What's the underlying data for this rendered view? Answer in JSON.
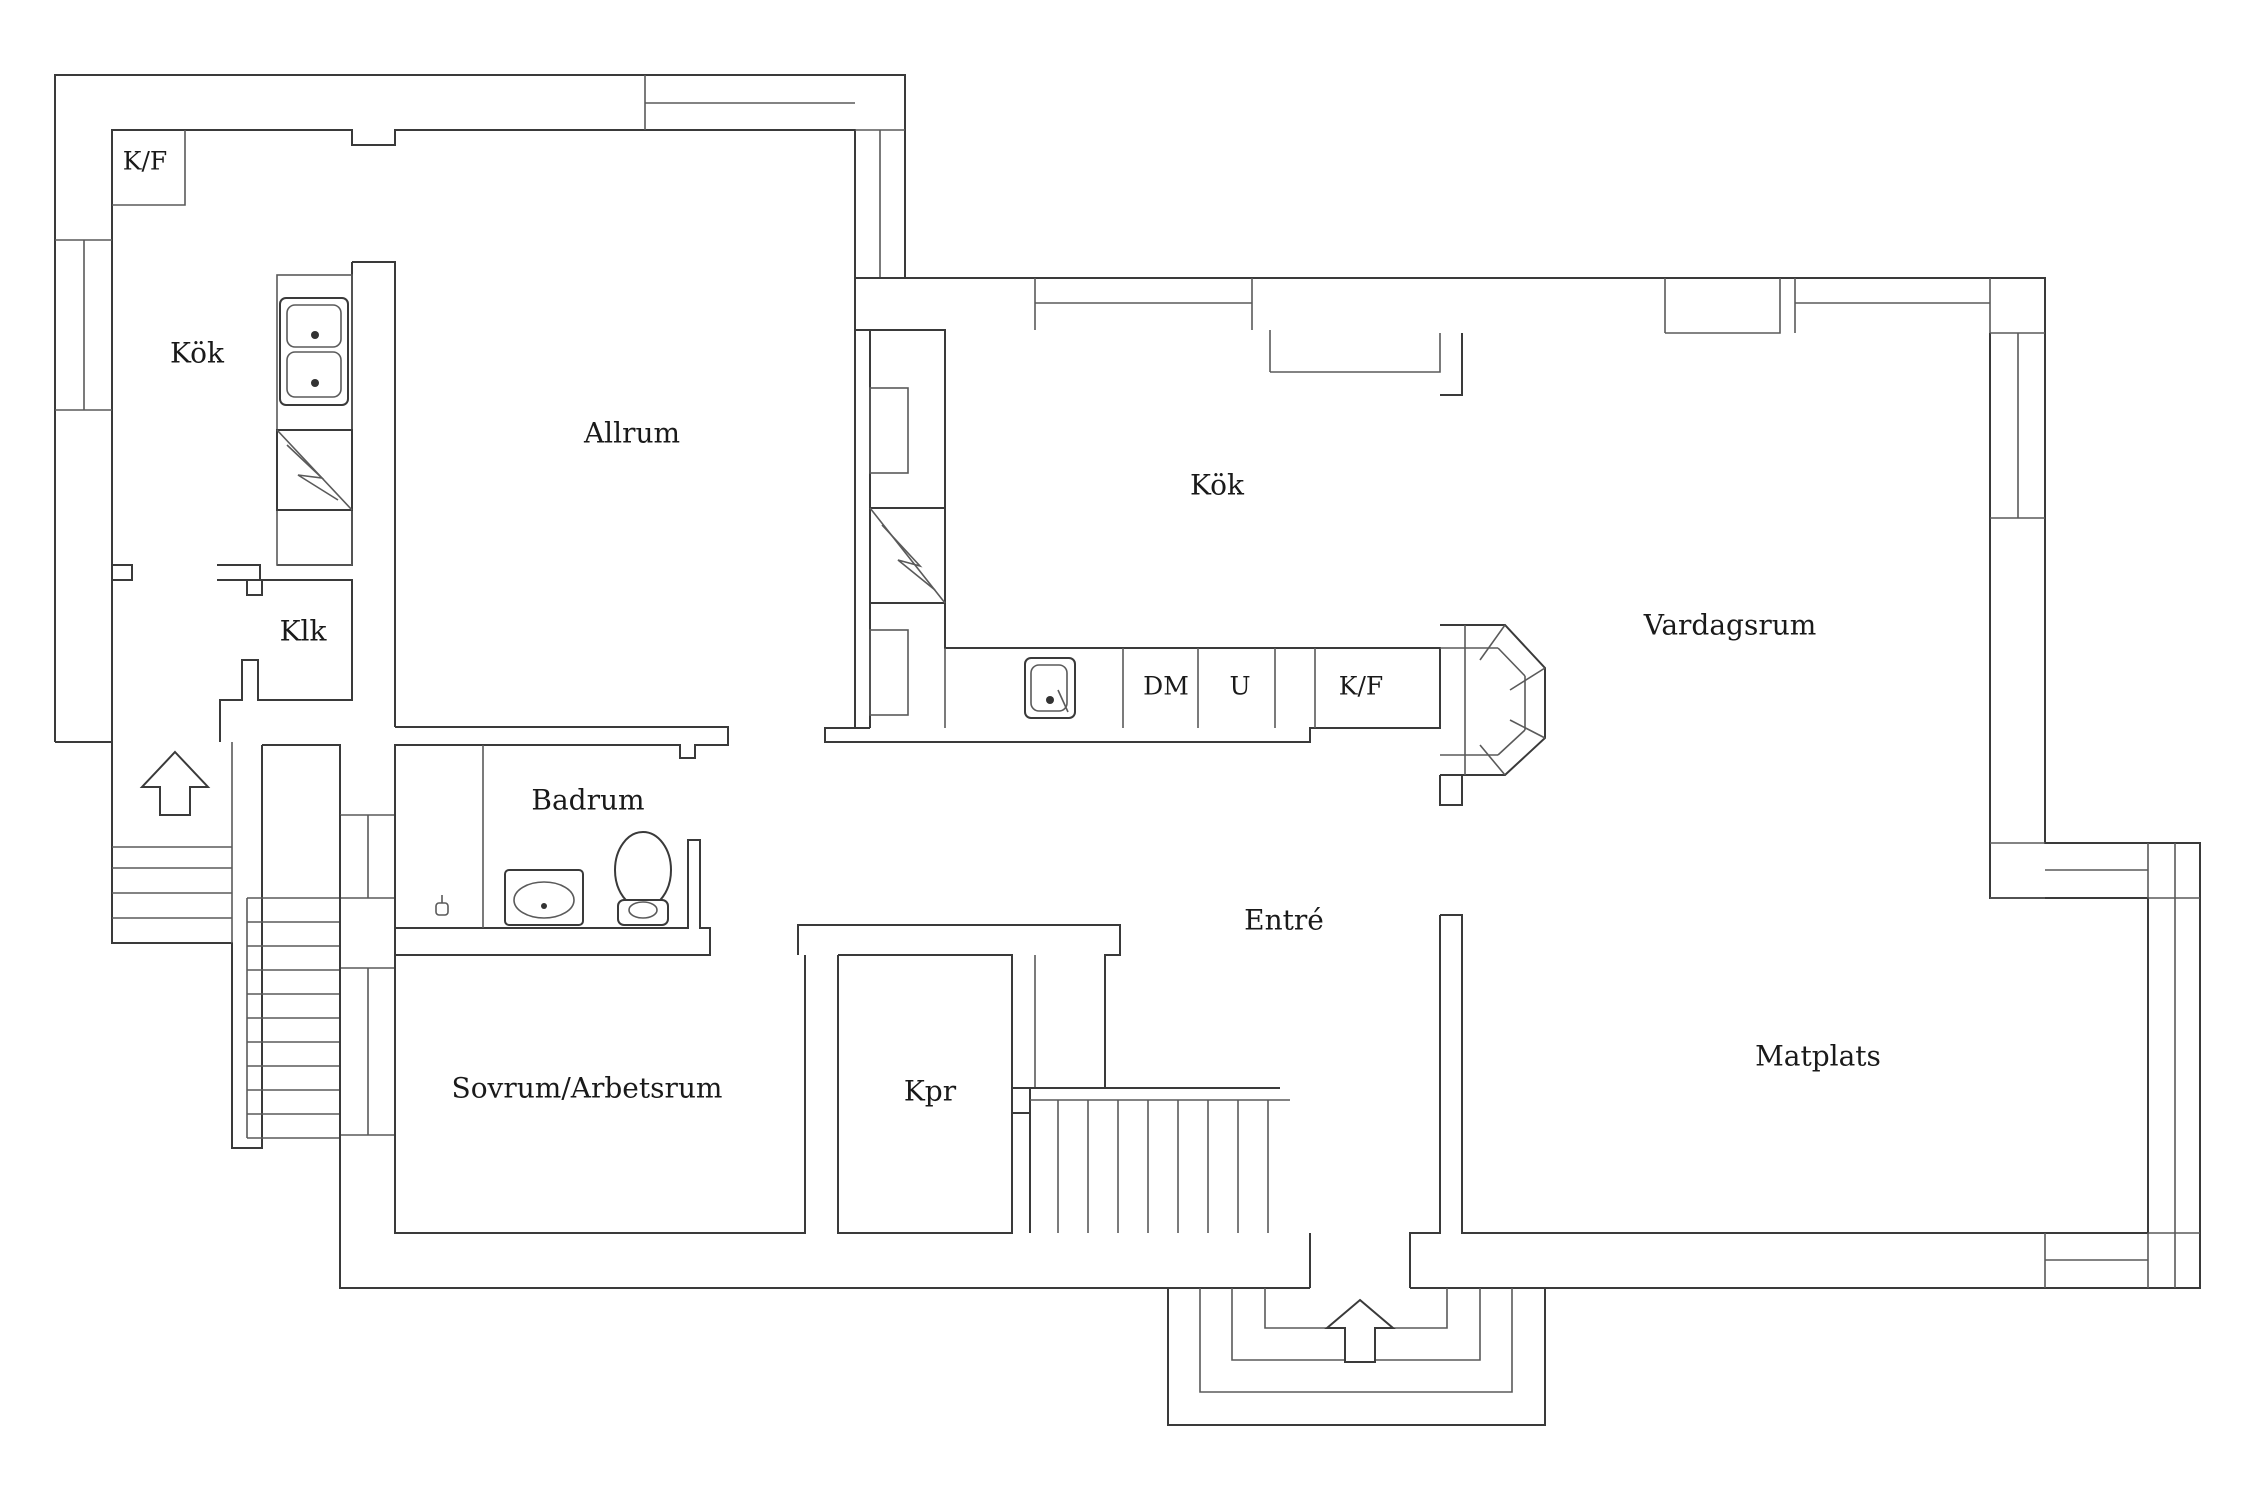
{
  "rooms": {
    "kok_small": "Kök",
    "kf_small": "K/F",
    "allrum": "Allrum",
    "klk": "Klk",
    "badrum": "Badrum",
    "sovrum": "Sovrum/Arbetsrum",
    "kpr": "Kpr",
    "entre": "Entré",
    "kok_main": "Kök",
    "vardagsrum": "Vardagsrum",
    "matplats": "Matplats",
    "dm": "DM",
    "u": "U",
    "kf_main": "K/F"
  },
  "icons": {
    "entrance_arrow": "arrow-up-icon",
    "side_entrance_arrow": "arrow-up-icon",
    "stove": "stove-icon",
    "sink": "sink-icon",
    "toilet": "toilet-icon",
    "washbasin": "washbasin-icon"
  },
  "colors": {
    "line": "#3a3a3a",
    "background": "#ffffff"
  }
}
